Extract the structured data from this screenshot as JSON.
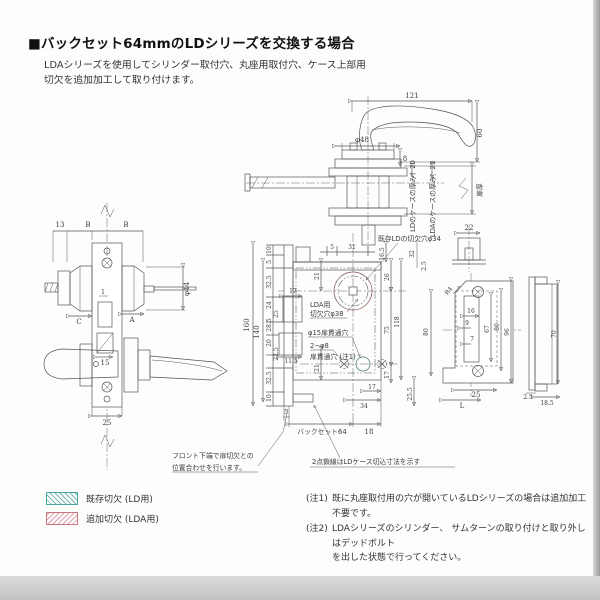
{
  "header": {
    "bullet": "■",
    "title": "バックセット64mmのLDシリーズを交換する場合",
    "subtitle1": "LDAシリーズを使用してシリンダー取付穴、丸座用取付穴、ケース上部用",
    "subtitle2": "切欠を追加加工して取り付けます。"
  },
  "colors": {
    "existing": "#4aa5a0",
    "additional": "#cc7680",
    "line": "#53555a"
  },
  "legend": {
    "existing_label": "既存切欠 (LD用)",
    "additional_label": "追加切欠 (LDA用)"
  },
  "notes": {
    "n1_prefix": "(注1)",
    "n1_text": "既に丸座取付用の穴が開いているLDシリーズの場合は追加加工不要です。",
    "n2_prefix": "(注2)",
    "n2_line1": "LDAシリーズのシリンダー、 サムターンの取り付けと取り外しはデッドボルト",
    "n2_line2": "を出した状態で行ってください。"
  },
  "lever": {
    "d121": "121",
    "d60": "60",
    "d48": "φ48",
    "d8": "8",
    "ld": "LDのケースの厚み：20",
    "lda": "LDAのケースの厚み：21",
    "door": "扉厚"
  },
  "knob": {
    "d13": "13",
    "b1": "B",
    "b2": "B",
    "d44": "φ44",
    "c": "C",
    "a": "A",
    "d1": "1",
    "d15": "15",
    "d25": "25"
  },
  "lcase": {
    "v160": "160",
    "v140": "140",
    "c0": "10",
    "c1": "5",
    "c2": "32.5",
    "c3": "24",
    "c4": "25",
    "c5": "28.5",
    "c6": "20",
    "c7": "22.5",
    "c8": "32.5",
    "c9": "10",
    "t5": "5",
    "t31": "31",
    "r165": "16.5",
    "r26": "26",
    "r75": "75",
    "r118": "118",
    "r17": "17",
    "r255": "25.5",
    "i17": "17",
    "i21a": "21",
    "i115": "11.5",
    "i21b": "21",
    "b5": "5",
    "bs": "バックセット64",
    "b18": "18",
    "b17": "17",
    "b34": "34",
    "s32": "32",
    "s25": "2.5",
    "exist": "既存LDの切欠穴φ34",
    "lda1": "LDA用",
    "lda2": "切欠穴φ38",
    "t15": "φ15扉貫通穴",
    "t8a": "2−φ8",
    "t8b": "扉貫通穴 (注1)",
    "fr1": "フロント下端で扉切欠との",
    "fr2": "位置合わせを行います。",
    "cn": "2点鎖線はLDケース切込寸法を示す"
  },
  "strike": {
    "d22": "22",
    "r4": "R4",
    "l80": "80",
    "s16": "16",
    "s9": "9",
    "s7": "7",
    "s67": "67",
    "s80": "80",
    "s96": "96",
    "b25": "25",
    "bl": "L",
    "v70": "70",
    "t25": "2.5",
    "t185": "18.5"
  }
}
